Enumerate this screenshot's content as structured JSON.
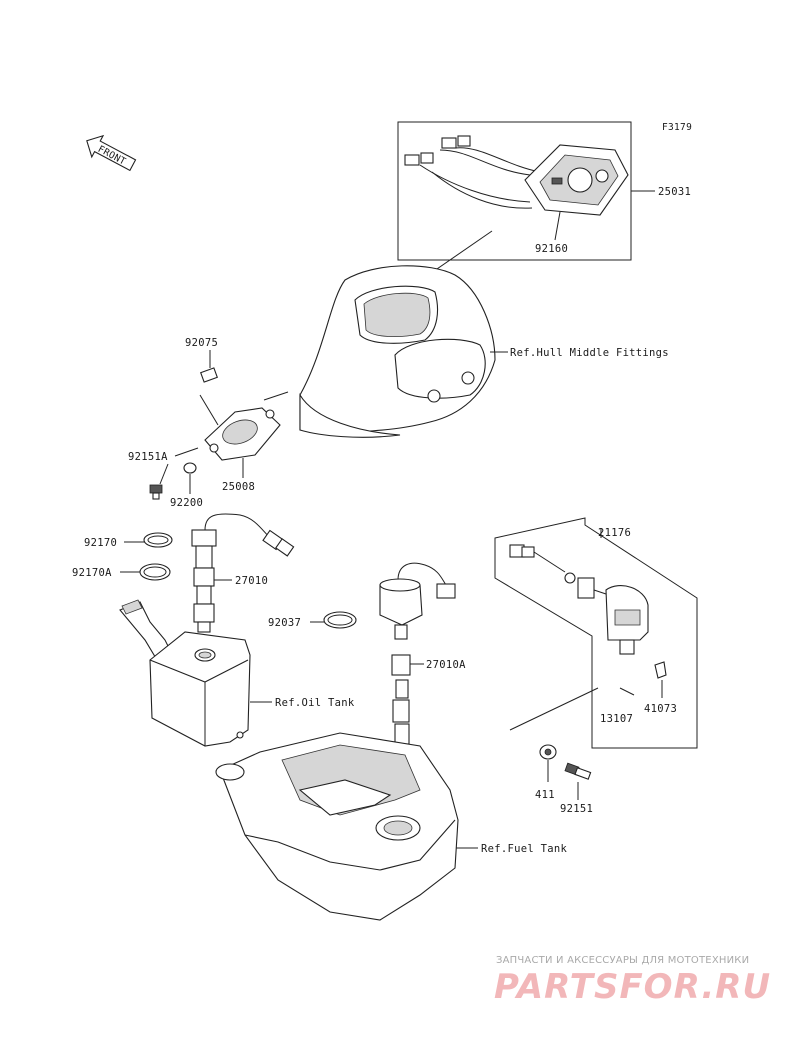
{
  "figure_code": "F3179",
  "front_arrow_label": "FRONT",
  "parts": {
    "meter_assy": "25031",
    "meter_cover": "92160",
    "hull_middle_ref": "Ref.Hull Middle Fittings",
    "cap_92075": "92075",
    "bracket_25008": "25008",
    "bolt_92151A": "92151A",
    "washer_92200": "92200",
    "clamp_92170": "92170",
    "clamp_92170A": "92170A",
    "sender_27010": "27010",
    "oil_tank_ref": "Ref.Oil Tank",
    "clamp_92037": "92037",
    "sender_27010A": "27010A",
    "sensor_21176": "21176",
    "clip_41073": "41073",
    "band_13107": "13107",
    "washer_411": "411",
    "bolt_92151": "92151",
    "fuel_tank_ref": "Ref.Fuel Tank"
  },
  "watermark": {
    "caption": "ЗАПЧАСТИ И АКСЕССУАРЫ ДЛЯ МОТОТЕХНИКИ",
    "logo": "PARTSFOR.RU"
  }
}
